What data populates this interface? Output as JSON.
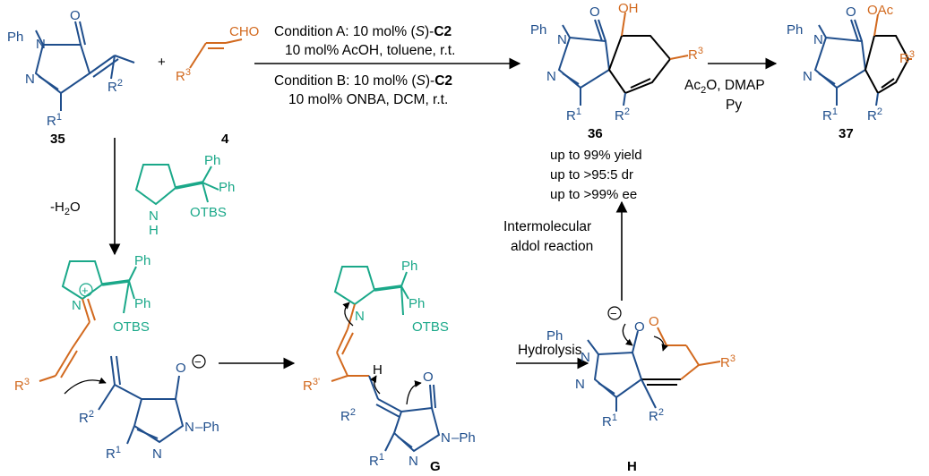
{
  "colors": {
    "pyrazolone": "#1f4e8c",
    "catalyst": "#1aa889",
    "aldehyde": "#d2691e",
    "text": "#000000"
  },
  "reactants": {
    "pyrazolone_number": "35",
    "aldehyde_number": "4",
    "aldehyde_group": "CHO",
    "plus": "+",
    "r1": "R",
    "r1_sup": "1",
    "r2": "R",
    "r2_sup": "2",
    "r3": "R",
    "r3_sup": "3",
    "ph": "Ph",
    "n": "N",
    "n2": "N",
    "o": "O"
  },
  "conditions": {
    "a_line1_pre": "Condition A: 10 mol% (",
    "a_line1_s": "S",
    "a_line1_mid": ")-",
    "a_line1_cat": "C2",
    "a_line2": "10 mol% AcOH, toluene, r.t.",
    "b_line1_pre": "Condition B: 10 mol% (",
    "b_line1_s": "S",
    "b_line1_mid": ")-",
    "b_line1_cat": "C2",
    "b_line2": "10 mol% ONBA, DCM, r.t."
  },
  "product36": {
    "number": "36",
    "oh": "OH",
    "results": [
      "up to 99% yield",
      "up to >95:5 dr",
      "up to >99% ee"
    ]
  },
  "acetylation": {
    "reagent_line1_pre": "Ac",
    "reagent_line1_sub": "2",
    "reagent_line1_post": "O, DMAP",
    "reagent_line2": "Py"
  },
  "product37": {
    "number": "37",
    "oac": "OAc"
  },
  "steps": {
    "dehydration_pre": "-H",
    "dehydration_sub": "2",
    "dehydration_post": "O",
    "hydrolysis": "Hydrolysis",
    "aldol_line1": "Intermolecular",
    "aldol_line2": "aldol reaction"
  },
  "catalyst": {
    "n": "N",
    "h": "H",
    "ph1": "Ph",
    "ph2": "Ph",
    "otbs": "OTBS",
    "plus_charge": "+",
    "minus_charge": "−"
  },
  "intermediates": {
    "g_label": "G",
    "h_label": "H",
    "r3_prime": "R",
    "r3_prime_sup": "3'",
    "h_atom": "H"
  }
}
